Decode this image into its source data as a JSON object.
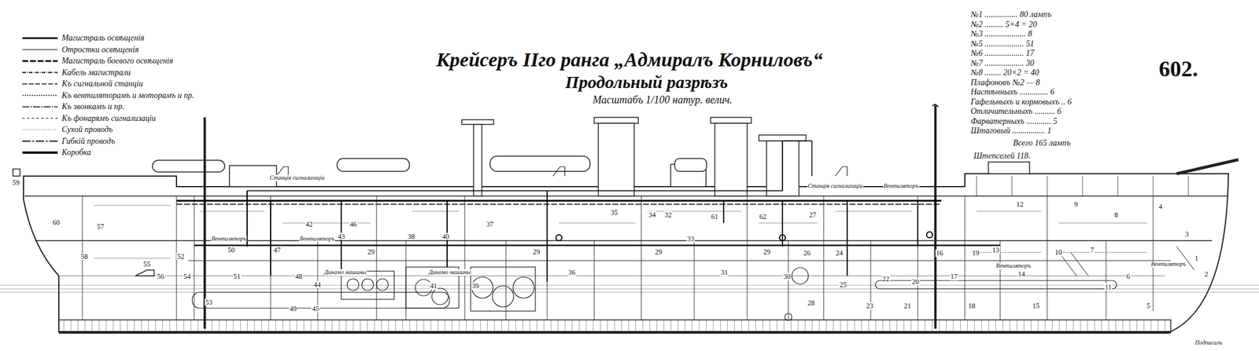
{
  "diagram": {
    "title": "Крейсеръ IIго ранга „Адмиралъ Корниловъ“",
    "labels": [
      "Продольный разрѣзъ",
      "Масштабъ 1/100 натур. велич.",
      "602.",
      "№1 ................ 80 лампъ",
      "№2 ......... 5×4 = 20",
      "№3 .................... 8",
      "№5 ................... 51",
      "№6 ................... 17",
      "№7 ................... 30",
      "№8 ........ 20×2 = 40",
      "Плафоновъ №2 — 8",
      "Настѣнныхъ .............. 6",
      "Гафельныхъ и кормовыхъ .. 6",
      "Отличительныхъ .......... 6",
      "Фарватерныхъ ............ 5",
      "Штаговый ................ 1",
      "Всего 165 лампъ",
      "Штепселей 118.",
      "1",
      "2",
      "3",
      "4",
      "5",
      "6",
      "7",
      "8",
      "9",
      "10",
      "11",
      "12",
      "13",
      "14",
      "15",
      "16",
      "17",
      "18",
      "19",
      "20",
      "21",
      "22",
      "23",
      "24",
      "25",
      "26",
      "27",
      "28",
      "29",
      "29",
      "29",
      "29",
      "30",
      "31",
      "32",
      "33",
      "34",
      "35",
      "36",
      "37",
      "38",
      "39",
      "40",
      "41",
      "42",
      "43",
      "44",
      "45",
      "46",
      "47",
      "48",
      "49",
      "50",
      "51",
      "52",
      "53",
      "54",
      "55",
      "56",
      "57",
      "58",
      "59",
      "60",
      "61",
      "62",
      "Станція сигнализаціи",
      "Станція сигнализаціи",
      "Вентиляторъ",
      "Вентиляторъ",
      "Вентиляторъ",
      "Вентиляторъ",
      "Вентиляторъ",
      "Динамо машины",
      "Динамо машины",
      "Подписалъ"
    ],
    "legend": [
      {
        "text": "Магистраль освѣщенія"
      },
      {
        "text": "Отростки освѣщенія"
      },
      {
        "text": "Магистраль боевого освѣщенія"
      },
      {
        "text": "Кабель магистрали"
      },
      {
        "text": "Къ сигнальной станціи"
      },
      {
        "text": "Къ вентиляторамъ и моторамъ и пр."
      },
      {
        "text": "Къ звонкамъ и пр."
      },
      {
        "text": "Къ фонарямъ сигнализаціи"
      },
      {
        "text": "Сухой проводъ"
      },
      {
        "text": "Гибкій проводъ"
      },
      {
        "text": "Коробка"
      }
    ]
  }
}
